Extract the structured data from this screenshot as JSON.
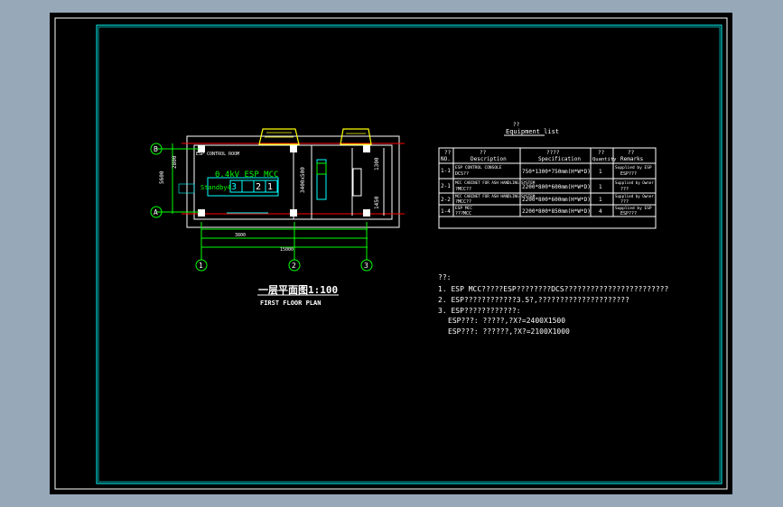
{
  "floor_plan": {
    "title_cn": "一层平面图1:100",
    "title_en": "FIRST FLOOR PLAN",
    "grid_top": "B",
    "grid_bottom": "A",
    "grid_cols": [
      "1",
      "2",
      "3"
    ],
    "room_label": "0.4kV ESP MCC",
    "standby_label": "Standby4",
    "panel_numbers": [
      "3",
      "2",
      "1"
    ],
    "dim_left_1": "2800",
    "dim_left_2": "5600",
    "dim_right_1": "1300",
    "dim_right_2": "1450",
    "dim_bottom_total": "15000",
    "dim_mid": "3800",
    "control_room_note": "ESP CONTROL ROOM",
    "vertical_label": "3400x500"
  },
  "equipment_table": {
    "title_cn": "??",
    "title_en": "Equipment list",
    "headers": [
      {
        "cn": "??",
        "en": "NO."
      },
      {
        "cn": "??",
        "en": "Description"
      },
      {
        "cn": "????",
        "en": "Specification"
      },
      {
        "cn": "??",
        "en": "Quantity"
      },
      {
        "cn": "??",
        "en": "Remarks"
      }
    ],
    "rows": [
      {
        "no": "1-1",
        "desc_en": "ESP CONTROL CONSOLE",
        "desc_cn": "DCS??",
        "spec": "750*1300*750mm(H*W*D)",
        "qty": "1",
        "remarks_en": "Supplied by ESP",
        "remarks_cn": "ESP???"
      },
      {
        "no": "2-1",
        "desc_en": "MCC CABINET FOR ASH HANDLING SYSTEM",
        "desc_cn": "?MCC??",
        "spec": "2200*800*600mm(H*W*D)",
        "qty": "1",
        "remarks_en": "Supplied by Owner",
        "remarks_cn": "???"
      },
      {
        "no": "2-2",
        "desc_en": "MCC CABINET FOR ASH HANDLING SYSTEM",
        "desc_cn": "?MCC??",
        "spec": "2200*800*600mm(H*W*D)",
        "qty": "1",
        "remarks_en": "Supplied by Owner",
        "remarks_cn": "???"
      },
      {
        "no": "1-4",
        "desc_en": "ESP MCC",
        "desc_cn": "???MCC",
        "spec": "2200*800*850mm(H*W*D)",
        "qty": "4",
        "remarks_en": "Supplied by ESP",
        "remarks_cn": "ESP???"
      }
    ]
  },
  "notes": {
    "heading": "??:",
    "items": [
      "1. ESP MCC?????ESP????????DCS????????????????????????",
      "2. ESP????????????3.5?,?????????????????????",
      "3. ESP????????????:",
      "ESP???: ?????,?X?=2400X1500",
      "ESP???: ??????,?X?=2100X1000"
    ]
  },
  "colors": {
    "background": "#97a9b9",
    "sheet": "#000000",
    "frame": "#00ffff",
    "text": "#ffffff",
    "grid": "#00ff00",
    "accent_yellow": "#ffff00"
  }
}
